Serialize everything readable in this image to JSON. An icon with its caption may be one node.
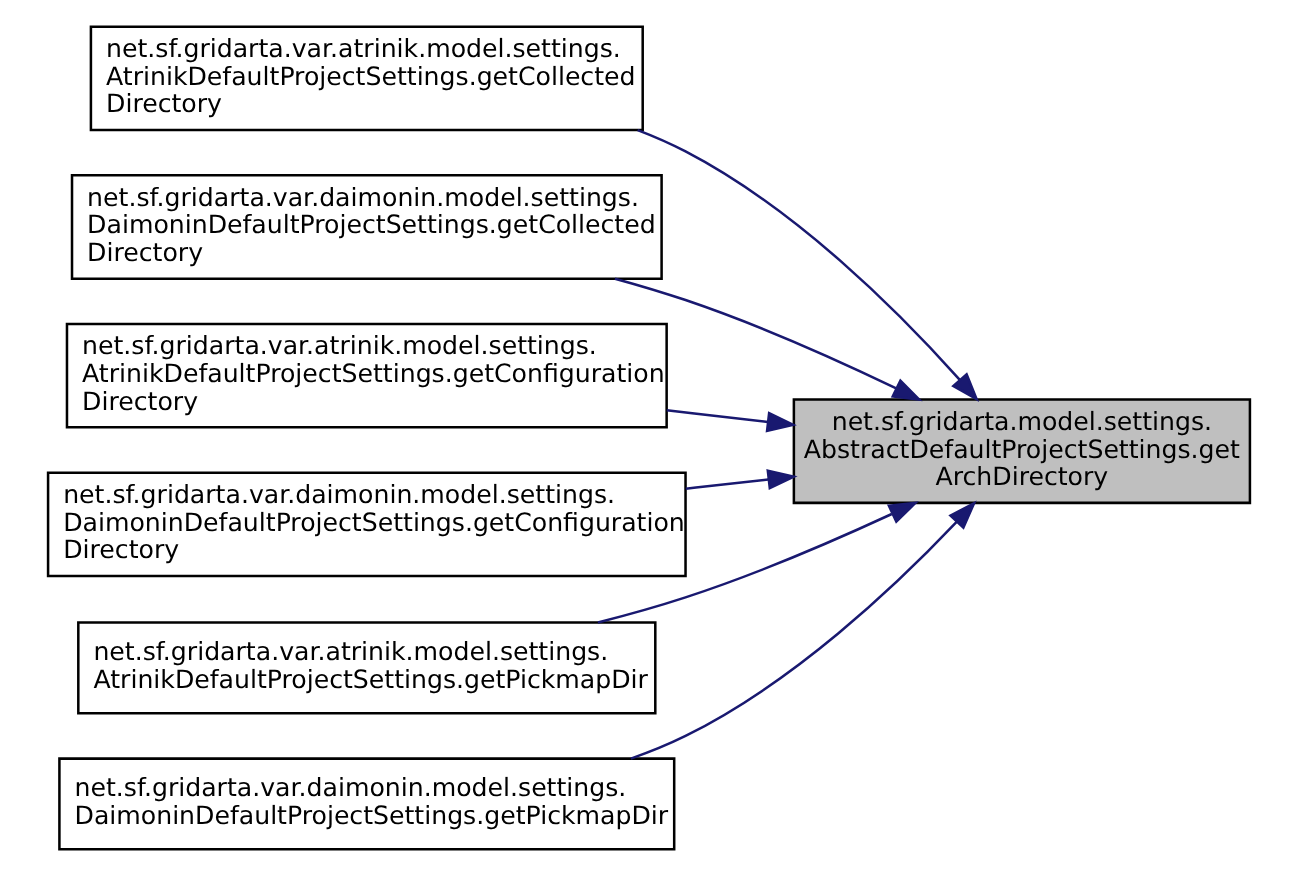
{
  "diagram": {
    "nodes": [
      {
        "text": [
          "net.sf.gridarta.model.settings. AbstractDefaultProjectSettings.get ArchDirectory"
        ]
      },
      {
        "text": [
          "net.sf.gridarta.var.atrinik.model.settings. AtrinikDefaultProjectSettings.getCollected Directory"
        ]
      },
      {
        "text": [
          "net.sf.gridarta.var.daimonin.model.settings. DaimoninDefaultProjectSettings.getCollected Directory"
        ]
      },
      {
        "text": [
          "net.sf.gridarta.var.atrinik.model.settings. AtrinikDefaultProjectSettings.getConfiguration Directory"
        ]
      },
      {
        "text": [
          "net.sf.gridarta.var.daimonin.model.settings. DaimoninDefaultProjectSettings.getConfiguration Directory"
        ]
      },
      {
        "text": [
          "net.sf.gridarta.var.atrinik.model.settings. AtrinikDefaultProjectSettings.getPickmapDir"
        ]
      },
      {
        "text": [
          "net.sf.gridarta.var.daimonin.model.settings. DaimoninDefaultProjectSettings.getPickmapDir"
        ]
      }
    ],
    "edges": [
      {
        "from": 1,
        "to": 0,
        "arrow": "to"
      },
      {
        "from": 2,
        "to": 0,
        "arrow": "to"
      },
      {
        "from": 3,
        "to": 0,
        "arrow": "to"
      },
      {
        "from": 4,
        "to": 0,
        "arrow": "to"
      },
      {
        "from": 5,
        "to": 0,
        "arrow": "to"
      },
      {
        "from": 6,
        "to": 0,
        "arrow": "to"
      }
    ]
  }
}
